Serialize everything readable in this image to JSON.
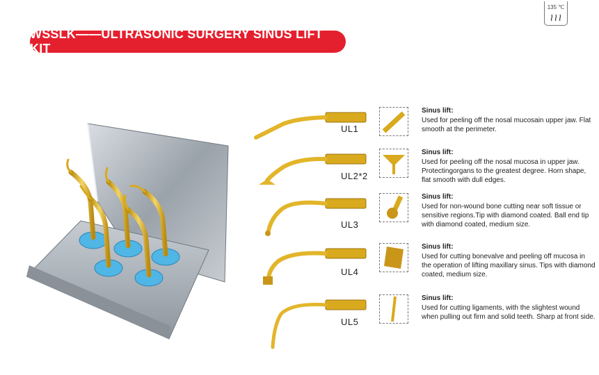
{
  "header": {
    "title": "WSSLK——ULTRASONIC SURGERY SINUS LIFT KIT",
    "temperature": "135 ℃"
  },
  "tips": [
    {
      "code": "UL1",
      "heading": "Sinus lift:",
      "description": "Used for peeling off the nosal mucosain upper jaw. Flat smooth at the perimeter."
    },
    {
      "code": "UL2*2",
      "heading": "Sinus lift:",
      "description": "Used for peeling off the nosal mucosa in upper jaw. Protectingorgans to the greatest degree. Horn shape, flat smooth with dull edges."
    },
    {
      "code": "UL3",
      "heading": "Sinus lift:",
      "description": "Used for non-wound bone cutting near soft tissue or sensitive regions.Tip with diamond coated. Ball end tip with diamond coated, medium size."
    },
    {
      "code": "UL4",
      "heading": "Sinus lift:",
      "description": "Used for cutting bonevalve and peeling off mucosa in the operation of lifting maxillary sinus. Tips with diamond coated, medium size."
    },
    {
      "code": "UL5",
      "heading": "Sinus lift:",
      "description": "Used for cutting ligaments, with the slightest wound when pulling out firm and solid teeth. Sharp at front side."
    }
  ],
  "colors": {
    "banner": "#e5202e",
    "gold": "#d9a91e",
    "steel": "#a9b0b8",
    "silicone": "#4fb6e6"
  },
  "icons": [
    "autoclave-icon",
    "kit-case-image",
    "tip-image",
    "tip-detail-image"
  ]
}
